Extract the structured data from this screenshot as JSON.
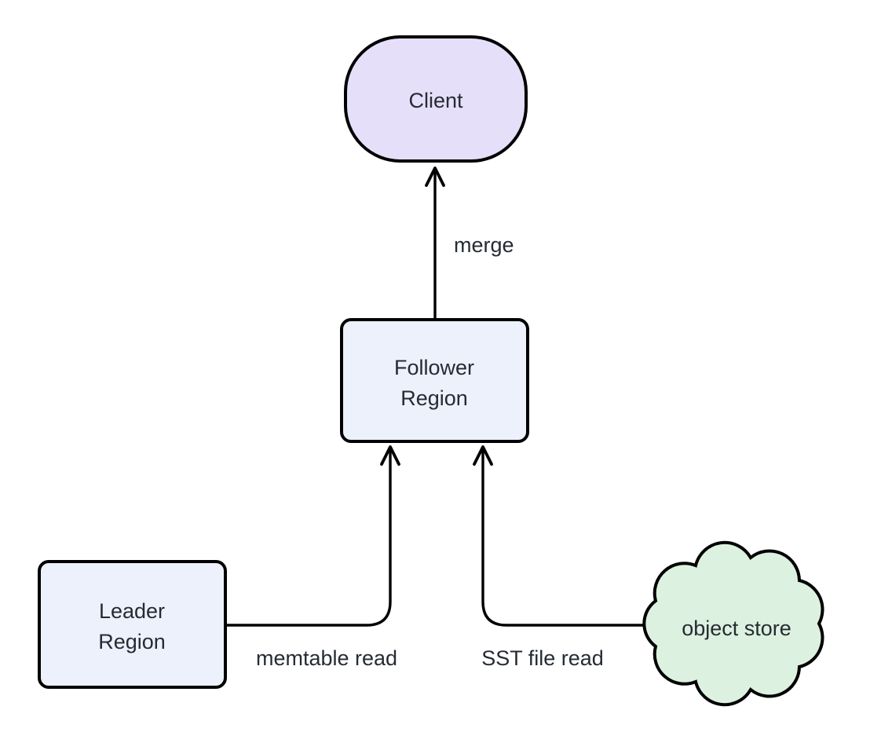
{
  "colors": {
    "background": "#ffffff",
    "stroke": "#000000",
    "text": "#262b33",
    "client_fill": "#e6dffa",
    "region_fill": "#edf1fb",
    "object_store_fill": "#dcf1df"
  },
  "nodes": {
    "client": {
      "label": "Client"
    },
    "follower_region": {
      "label": "Follower Region",
      "lines": [
        "Follower",
        "Region"
      ]
    },
    "leader_region": {
      "label": "Leader Region",
      "lines": [
        "Leader",
        "Region"
      ]
    },
    "object_store": {
      "label": "object store"
    }
  },
  "edges": {
    "merge": {
      "label": "merge",
      "from": "Follower Region",
      "to": "Client"
    },
    "memtable_read": {
      "label": "memtable read",
      "from": "Leader Region",
      "to": "Follower Region"
    },
    "sst_file_read": {
      "label": "SST file read",
      "from": "object store",
      "to": "Follower Region"
    }
  }
}
